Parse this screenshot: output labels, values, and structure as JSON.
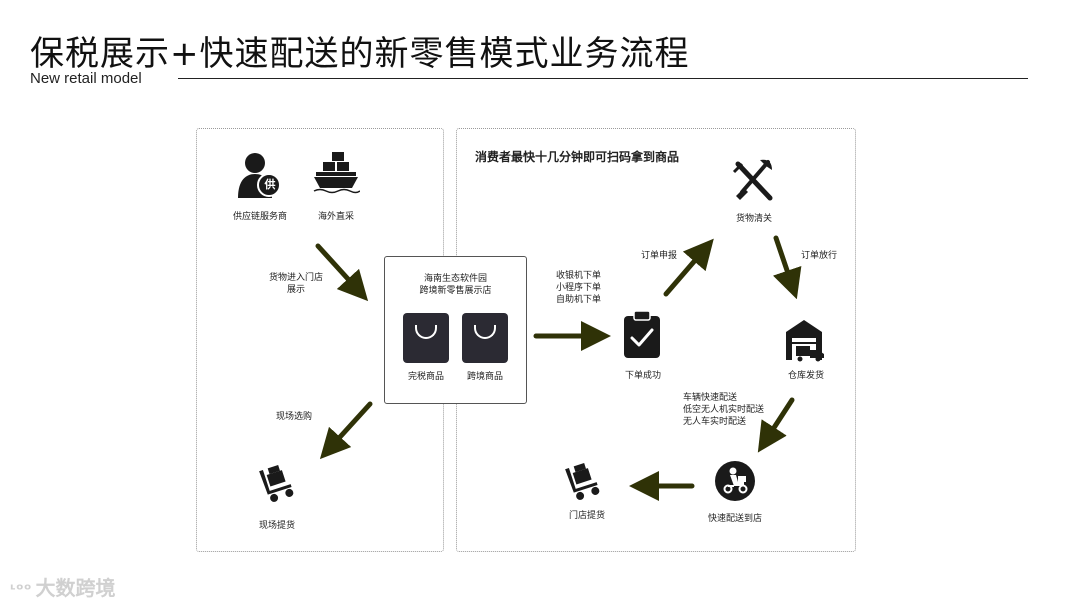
{
  "header": {
    "title": "保税展示+快速配送的新零售模式业务流程",
    "subtitle": "New retail model"
  },
  "left_panel": {
    "supplier_label": "供应链服务商",
    "supplier_badge": "供",
    "overseas_label": "海外直采",
    "arrow_in_label_1": "货物进入门店",
    "arrow_in_label_2": "展示",
    "onsite_purchase_label": "现场选购",
    "onsite_pickup_label": "现场提货"
  },
  "store": {
    "name_1": "海南生态软件园",
    "name_2": "跨境新零售展示店",
    "product_1": "完税商品",
    "product_2": "跨境商品"
  },
  "right_panel": {
    "heading": "消费者最快十几分钟即可扫码拿到商品",
    "order_channels": [
      "收银机下单",
      "小程序下单",
      "自助机下单"
    ],
    "order_success": "下单成功",
    "order_declare": "订单申报",
    "customs": "货物清关",
    "order_release": "订单放行",
    "warehouse": "仓库发货",
    "delivery_methods": [
      "车辆快速配送",
      "低空无人机实时配送",
      "无人车实时配送"
    ],
    "fast_delivery": "快速配送到店",
    "store_pickup": "门店提货"
  },
  "watermark": {
    "mark": "ᶫᵒᵒ",
    "text": "大数跨境"
  },
  "colors": {
    "arrow": "#2f3207",
    "icon": "#1a1a1a",
    "bag": "#2b2a33"
  }
}
